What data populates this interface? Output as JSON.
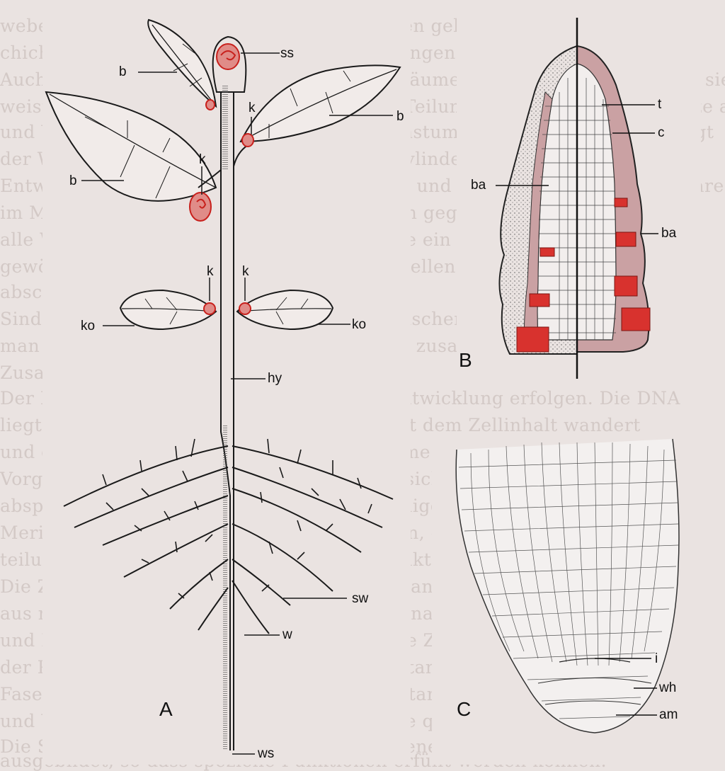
{
  "figure": {
    "panels": [
      "A",
      "B",
      "C"
    ],
    "labels_a": {
      "ss": "ss",
      "b": "b",
      "k": "k",
      "ko": "ko",
      "hy": "hy",
      "sw": "sw",
      "w": "w",
      "ws": "ws"
    },
    "labels_b": {
      "t": "t",
      "c": "c",
      "ba": "ba"
    },
    "labels_c": {
      "i": "i",
      "wh": "wh",
      "am": "am"
    },
    "colors": {
      "accent_red": "#d8322e",
      "cell_pink": "#caa1a3",
      "line": "#222222",
      "paper": "#eae3e1"
    }
  },
  "background_text": [
    "webe hervorragt, durch periklinale Teilungen gebildet, während die inner",
    "chichten durch antikline und perikline Teilungen den Blattkörper erzeug",
    "Auch bei den Sprossformen vor allem den Bäumen wird beobachtet, indem sie",
    "weist nur einen Scheitel von fortlaufenden Teilungen Bildung aus der Spitze am",
    "und Wurzelspitze entstehen Ringe des Wachstums zur Verlängerung bedingt",
    "der Wurzeln, wobei Wachstum des Zentralzylinders und Gewebe in Abfolge",
    "Entwicklung der Wurzel bei den Keimlingen und Ausbildung der Wurzelhaare",
    "im Monokotylen die Rinde stets in Schichten gegliedert, deren Spitze",
    "alle Wurzeln und Sprossachsen in der Spitze ein Meristem tragen",
    "gewöhnlich wird ein Scheitel oder Scheitelzellen gebildet von einem",
    "abschließenden Gewebe zu Fig.",
    "Sind mehrere Scheitelzellen vorhanden, zwischen den Teilungsfolgen",
    "man von Scheitelinitialen oder Initialen, die zusammen",
    "Zusammenfassung",
    "Der Bildungsort des Keimlings und seine Entwicklung erfolgen. Die DNA",
    "liegt in den Zellkernen verteilt, die nicht mit dem Zellinhalt wandert",
    "und die Zellwand wird gebildet mit Ausnahme der Meristeme, durch die",
    "Vorgänge des Wachstums in die Länge, die sich vor allem an den Spitzen",
    "abspielen. Die Differenzierung erfolgt in einiger Entfernung von der",
    "Meristemzone, wobei sich Gewebe ausbilden, die schließlich nicht mehr",
    "teilungsfähig sind, aber eine bestimmte Funktion im Organismus haben.",
    "Die Zellen sind in der Regel von einer Zellwand umgeben die hier",
    "aus mehreren Schichten besteht, die nacheinander gebildet werden",
    "und Interzellularen zusammengefügt ist. Die Zellwände",
    "der Pflanzen bestehen aus einer Grundsubstanz mit eingelagerten",
    "Fasern, die von Zellulose und anderen Substanzen gebildet werden",
    "und Wasser aufnehmen können, wodurch sie quellbar sind.",
    "Die Struktur der Zellwand ist bei verschiedenen Zelltypen anders",
    "ausgebildet, so dass spezielle Funktionen erfüllt werden können."
  ]
}
